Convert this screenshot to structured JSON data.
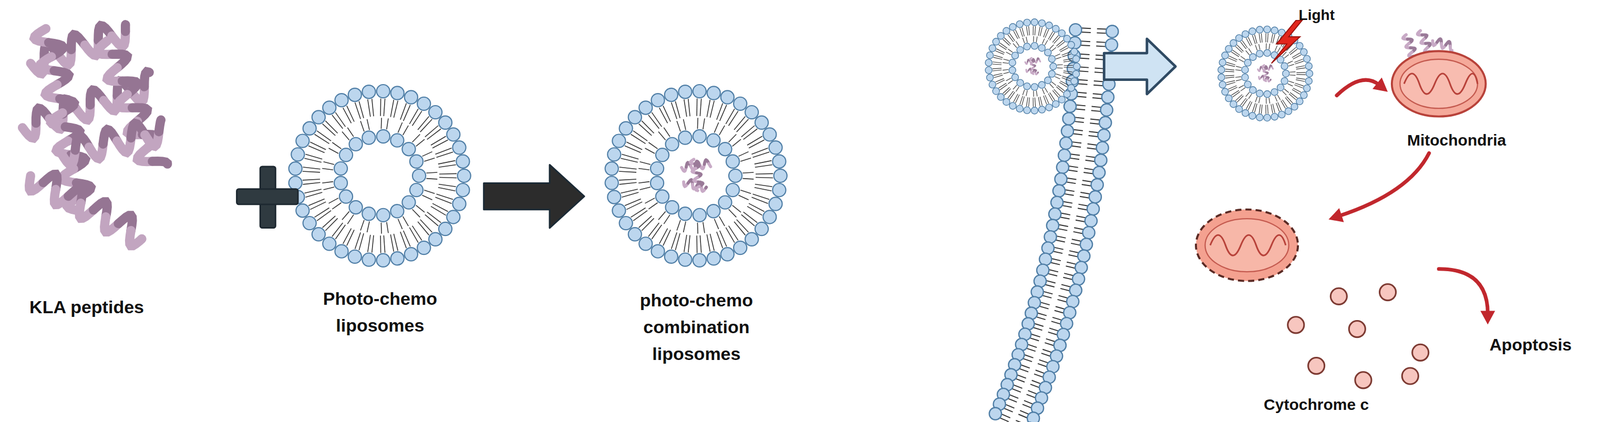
{
  "diagram": {
    "nodes": [
      {
        "text": [
          "KLA peptides"
        ]
      },
      {
        "text": [
          "Photo-chemo liposomes"
        ]
      },
      {
        "text": [
          "photo-chemo combination liposomes"
        ]
      },
      {
        "text": [
          "Light"
        ]
      },
      {
        "text": [
          "Mitochondria"
        ]
      },
      {
        "text": [
          "Cytochrome c"
        ]
      },
      {
        "text": [
          "Apoptosis"
        ]
      }
    ],
    "edges": [
      {
        "from": 1,
        "to": 2,
        "arrow": "to"
      },
      {
        "from": 3,
        "to": 4,
        "arrow": "to"
      },
      {
        "from": 4,
        "to": 5,
        "arrow": "to"
      },
      {
        "from": 5,
        "to": 6,
        "arrow": "to"
      }
    ]
  }
}
